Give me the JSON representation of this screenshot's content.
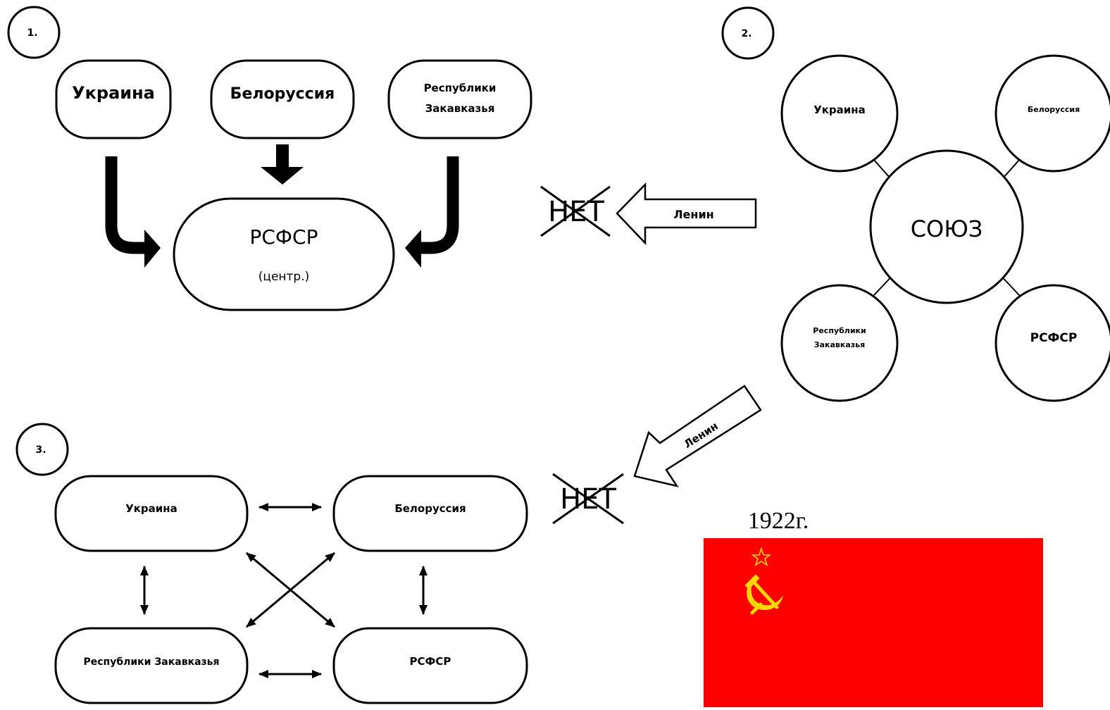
{
  "scheme1": {
    "number": "1.",
    "ukraine": "Украина",
    "belarus": "Белоруссия",
    "transcaucasia_line1": "Республики",
    "transcaucasia_line2": "Закавказья",
    "center_title": "РСФСР",
    "center_sub": "(центр.)"
  },
  "scheme2": {
    "number": "2.",
    "ukraine": "Украина",
    "belarus": "Белоруссия",
    "union": "СОЮЗ",
    "transcaucasia_line1": "Республики",
    "transcaucasia_line2": "Закавказья",
    "rsfsr": "РСФСР"
  },
  "scheme3": {
    "number": "3.",
    "ukraine": "Украина",
    "belarus": "Белоруссия",
    "transcaucasia": "Республики Закавказья",
    "rsfsr": "РСФСР"
  },
  "transition1": {
    "lenin": "Ленин",
    "no": "НЕТ"
  },
  "transition2": {
    "lenin": "Ленин",
    "no": "НЕТ"
  },
  "flag": {
    "year": "1922г.",
    "color": "#ff0000",
    "emblem_color": "#ffd700"
  }
}
